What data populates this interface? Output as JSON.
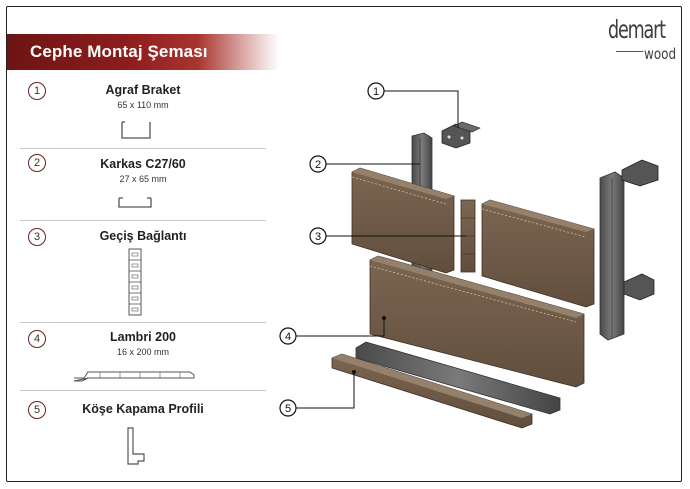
{
  "header": {
    "title": "Cephe Montaj Şeması"
  },
  "logo": {
    "main": "demart",
    "sub": "wood"
  },
  "parts": [
    {
      "number": "1",
      "name": "Agraf Braket",
      "dimension": "65 x 110 mm",
      "icon": "bracket-profile-icon"
    },
    {
      "number": "2",
      "name": "Karkas C27/60",
      "dimension": "27 x 65 mm",
      "icon": "c-profile-icon"
    },
    {
      "number": "3",
      "name": "Geçiş Bağlantı",
      "dimension": "",
      "icon": "joint-strip-icon"
    },
    {
      "number": "4",
      "name": "Lambri 200",
      "dimension": "16 x 200 mm",
      "icon": "lambri-profile-icon"
    },
    {
      "number": "5",
      "name": "Köşe Kapama Profili",
      "dimension": "",
      "icon": "corner-profile-icon"
    }
  ],
  "callouts": [
    "1",
    "2",
    "3",
    "4",
    "5"
  ],
  "colors": {
    "brand": "#8e1d1d",
    "panel": "#6f5a47",
    "panel_light": "#7d6853",
    "metal": "#5a5a5a"
  }
}
